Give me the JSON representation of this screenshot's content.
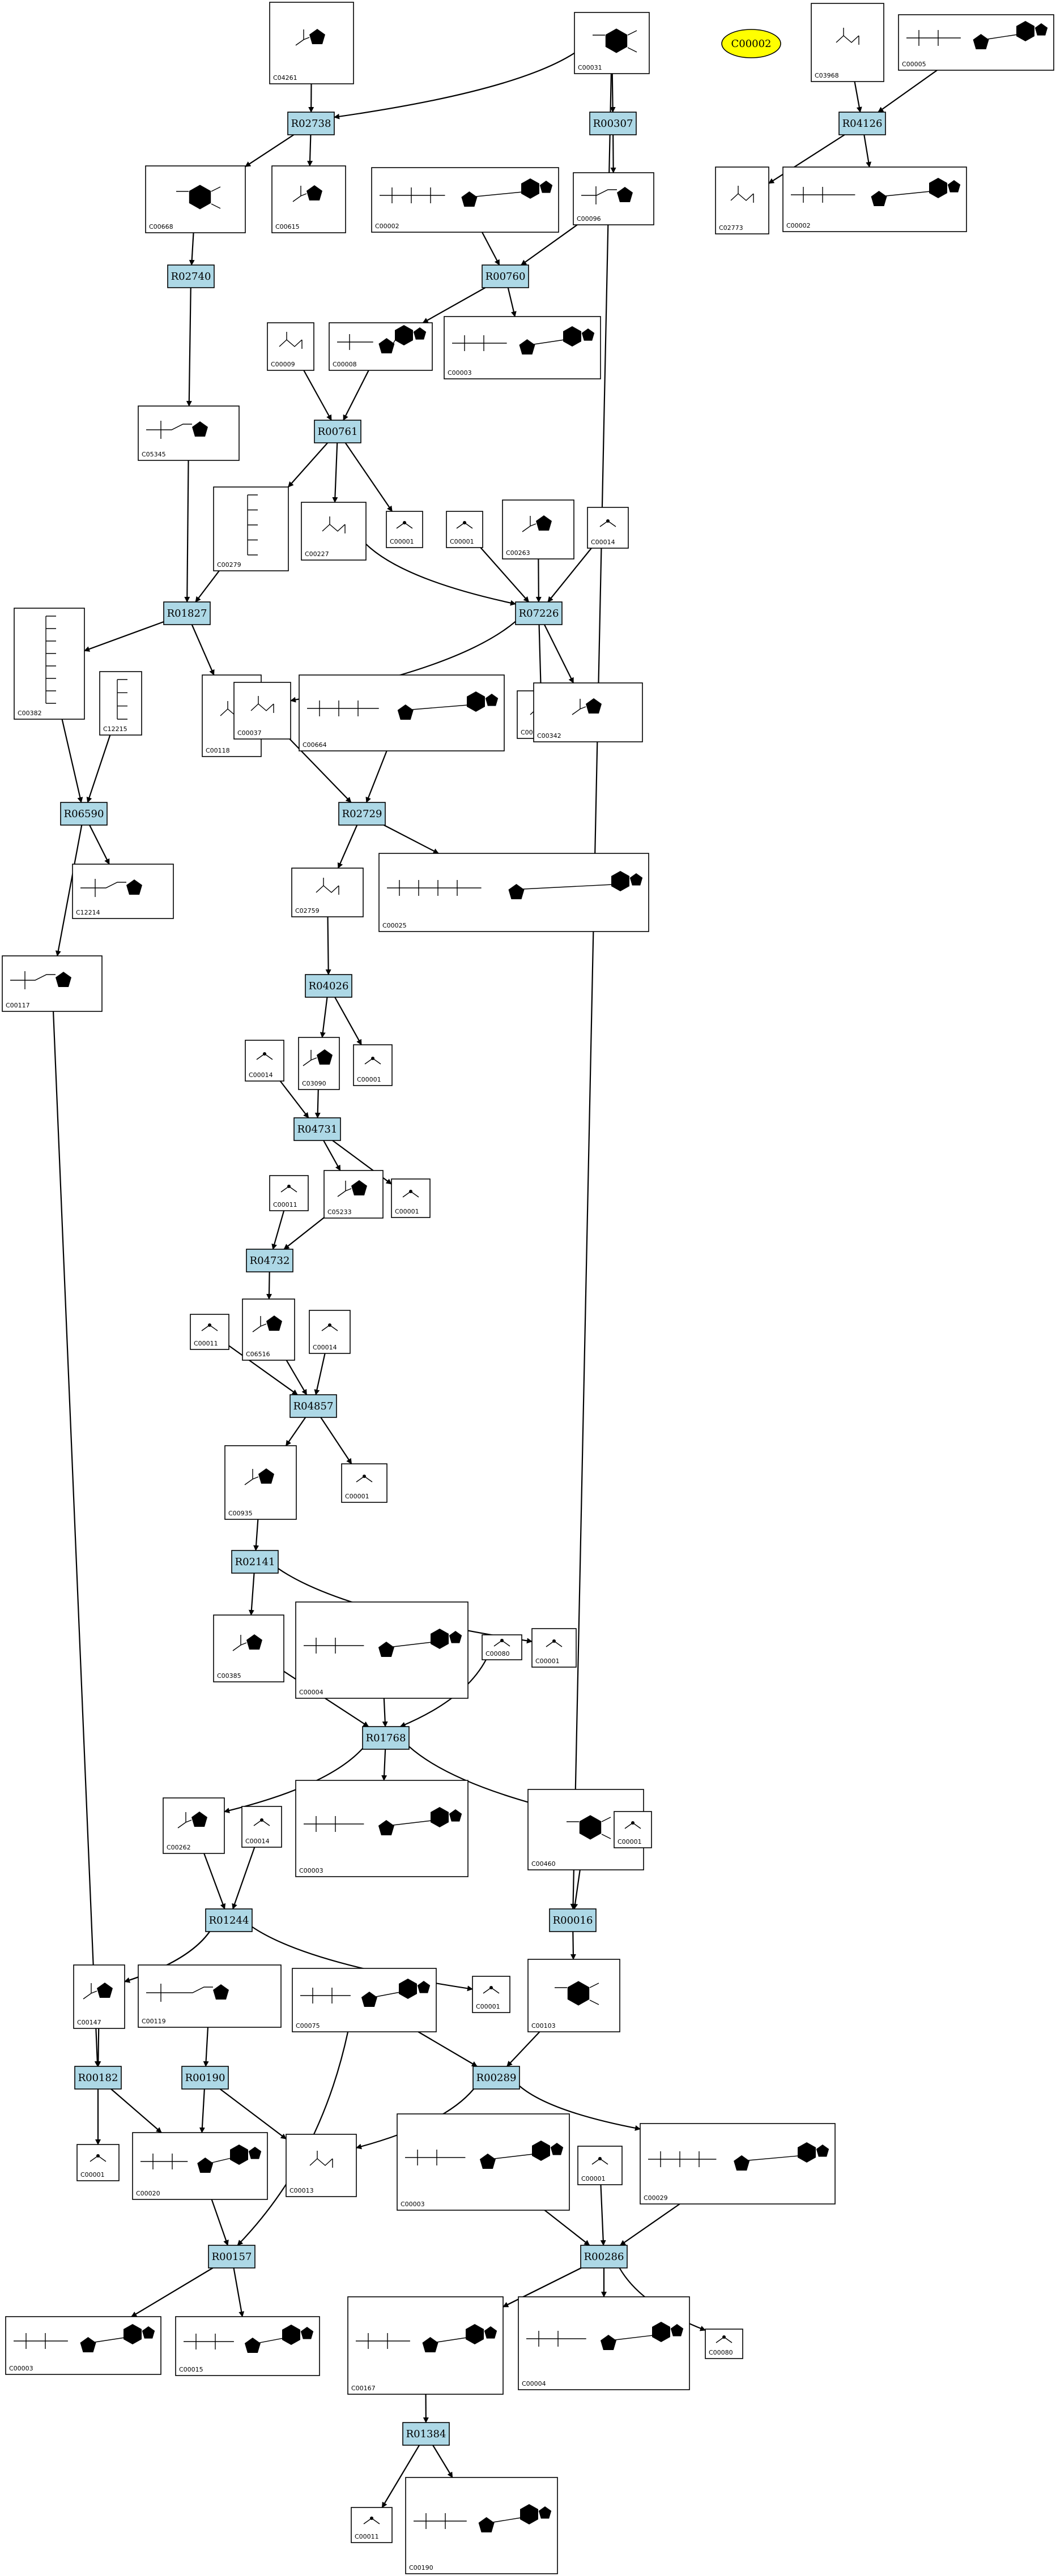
{
  "special_nodes": [
    {
      "id": "C00002"
    }
  ],
  "reactions": [
    "R02738",
    "R00307",
    "R04126",
    "R02740",
    "R00760",
    "R00761",
    "R01827",
    "R07226",
    "R06590",
    "R02729",
    "R04026",
    "R04731",
    "R04732",
    "R04857",
    "R02141",
    "R01768",
    "R01244",
    "R00016",
    "R00182",
    "R00190",
    "R00289",
    "R00157",
    "R00286",
    "R01384"
  ],
  "compounds": [
    {
      "id": "C04261",
      "label": "C04261"
    },
    {
      "id": "C00031",
      "label": "C00031"
    },
    {
      "id": "C03968",
      "label": "C03968"
    },
    {
      "id": "C00005",
      "label": "C00005"
    },
    {
      "id": "C00668",
      "label": "C00668"
    },
    {
      "id": "C00615",
      "label": "C00615"
    },
    {
      "id": "C00002a",
      "label": "C00002"
    },
    {
      "id": "C00096",
      "label": "C00096"
    },
    {
      "id": "C02773",
      "label": "C02773"
    },
    {
      "id": "C00002b",
      "label": "C00002"
    },
    {
      "id": "C00009a",
      "label": "C00009"
    },
    {
      "id": "C00008",
      "label": "C00008"
    },
    {
      "id": "C00003a",
      "label": "C00003"
    },
    {
      "id": "C05345",
      "label": "C05345"
    },
    {
      "id": "C00279",
      "label": "C00279"
    },
    {
      "id": "C00227",
      "label": "C00227"
    },
    {
      "id": "C00001a",
      "label": "C00001"
    },
    {
      "id": "C00001b",
      "label": "C00001"
    },
    {
      "id": "C00263",
      "label": "C00263"
    },
    {
      "id": "C00014a",
      "label": "C00014"
    },
    {
      "id": "C00382",
      "label": "C00382"
    },
    {
      "id": "C12215",
      "label": "C12215"
    },
    {
      "id": "C00118",
      "label": "C00118"
    },
    {
      "id": "C00037",
      "label": "C00037"
    },
    {
      "id": "C00664",
      "label": "C00664"
    },
    {
      "id": "C00009b",
      "label": "C00009"
    },
    {
      "id": "C00342",
      "label": "C00342"
    },
    {
      "id": "C12214",
      "label": "C12214"
    },
    {
      "id": "C02759",
      "label": "C02759"
    },
    {
      "id": "C00025",
      "label": "C00025"
    },
    {
      "id": "C00117",
      "label": "C00117"
    },
    {
      "id": "C00014b",
      "label": "C00014"
    },
    {
      "id": "C03090",
      "label": "C03090"
    },
    {
      "id": "C00001c",
      "label": "C00001"
    },
    {
      "id": "C00011a",
      "label": "C00011"
    },
    {
      "id": "C05233",
      "label": "C05233"
    },
    {
      "id": "C00001d",
      "label": "C00001"
    },
    {
      "id": "C00011b",
      "label": "C00011"
    },
    {
      "id": "C06516",
      "label": "C06516"
    },
    {
      "id": "C00014c",
      "label": "C00014"
    },
    {
      "id": "C00001e",
      "label": "C00001"
    },
    {
      "id": "C00935",
      "label": "C00935"
    },
    {
      "id": "C00385",
      "label": "C00385"
    },
    {
      "id": "C00004a",
      "label": "C00004"
    },
    {
      "id": "C00080a",
      "label": "C00080"
    },
    {
      "id": "C00001f",
      "label": "C00001"
    },
    {
      "id": "C00262",
      "label": "C00262"
    },
    {
      "id": "C00014d",
      "label": "C00014"
    },
    {
      "id": "C00003b",
      "label": "C00003"
    },
    {
      "id": "C00460",
      "label": "C00460"
    },
    {
      "id": "C00001g",
      "label": "C00001"
    },
    {
      "id": "C00147",
      "label": "C00147"
    },
    {
      "id": "C00119",
      "label": "C00119"
    },
    {
      "id": "C00075",
      "label": "C00075"
    },
    {
      "id": "C00001h",
      "label": "C00001"
    },
    {
      "id": "C00103",
      "label": "C00103"
    },
    {
      "id": "C00001i",
      "label": "C00001"
    },
    {
      "id": "C00020",
      "label": "C00020"
    },
    {
      "id": "C00013",
      "label": "C00013"
    },
    {
      "id": "C00003c",
      "label": "C00003"
    },
    {
      "id": "C00001j",
      "label": "C00001"
    },
    {
      "id": "C00029",
      "label": "C00029"
    },
    {
      "id": "C00003d",
      "label": "C00003"
    },
    {
      "id": "C00015",
      "label": "C00015"
    },
    {
      "id": "C00167",
      "label": "C00167"
    },
    {
      "id": "C00004b",
      "label": "C00004"
    },
    {
      "id": "C00080b",
      "label": "C00080"
    },
    {
      "id": "C00011c",
      "label": "C00011"
    },
    {
      "id": "C00190",
      "label": "C00190"
    }
  ]
}
